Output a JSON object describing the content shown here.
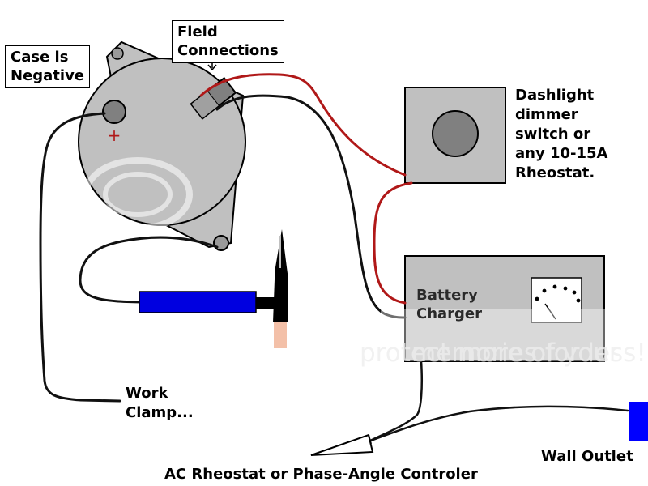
{
  "labels": {
    "case_negative": "Case is\nNegative",
    "field_connections": "Field\nConnections",
    "dimmer": "Dashlight\ndimmer\nswitch or\nany 10-15A\nRheostat.",
    "battery_charger": "Battery\nCharger",
    "work_clamp": "Work\nClamp...",
    "wall_outlet": "Wall Outlet",
    "ac_rheostat": "AC Rheostat or Phase-Angle Controler",
    "plus_sign": "+",
    "watermark": "protect more of your memories for less!"
  },
  "colors": {
    "wire_red": "#b01818",
    "wire_black": "#111111",
    "body_gray": "#c0c0c0",
    "knob_gray": "#808080",
    "handle_blue": "#0000e0",
    "outlet_blue": "#0000ff",
    "tip_pink": "#f3c0a8"
  }
}
